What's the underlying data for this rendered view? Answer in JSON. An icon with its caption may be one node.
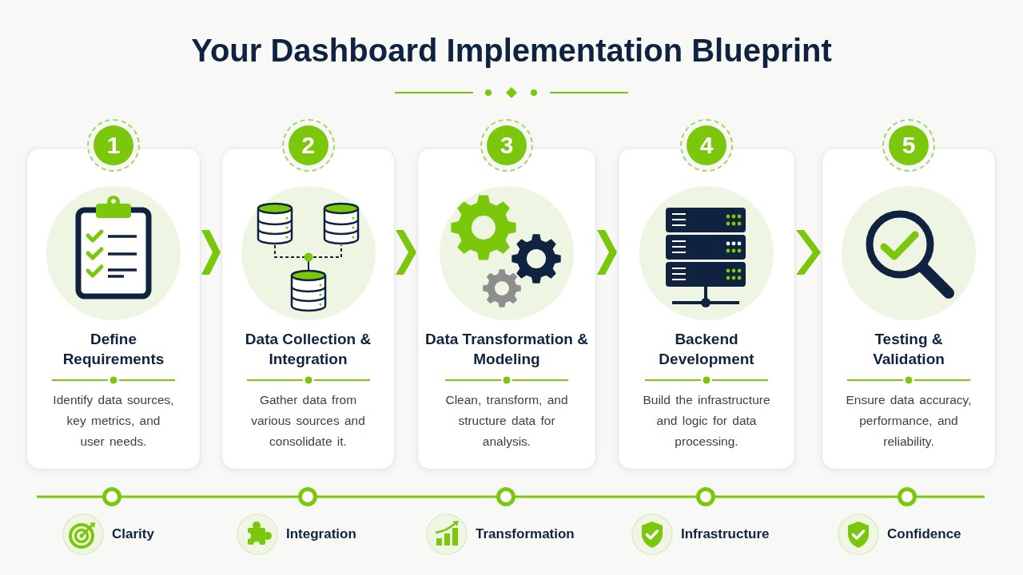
{
  "diagram": {
    "title": "Your Dashboard **Implementation** Blueprint",
    "nodes": [
      {
        "text": [
          "1"
        ]
      },
      {
        "text": [
          "Define Requirements",
          "Identify data sources, key metrics, and user needs."
        ]
      },
      {
        "text": [
          "2"
        ]
      },
      {
        "text": [
          "Data Collection & Integration",
          "Gather data from various sources and consolidate it."
        ]
      },
      {
        "text": [
          "3"
        ]
      },
      {
        "text": [
          "Data Transformation & Modeling",
          "Clean, transform, and structure data for analysis."
        ]
      },
      {
        "text": [
          "4"
        ]
      },
      {
        "text": [
          "Backend Development",
          "Build the infrastructure and logic for data processing."
        ]
      },
      {
        "text": [
          "5"
        ]
      },
      {
        "text": [
          "Testing & Validation",
          "Ensure data accuracy, performance, and reliability."
        ]
      }
    ],
    "edges": [
      {
        "from": 1,
        "to": 3,
        "arrow": "to"
      },
      {
        "from": 3,
        "to": 5,
        "arrow": "to"
      },
      {
        "from": 5,
        "to": 7,
        "arrow": "to"
      },
      {
        "from": 7,
        "to": 9,
        "arrow": "to"
      }
    ],
    "labels": [
      "Clarity",
      "Integration",
      "Transformation",
      "Infrastructure",
      "Confidence"
    ]
  }
}
